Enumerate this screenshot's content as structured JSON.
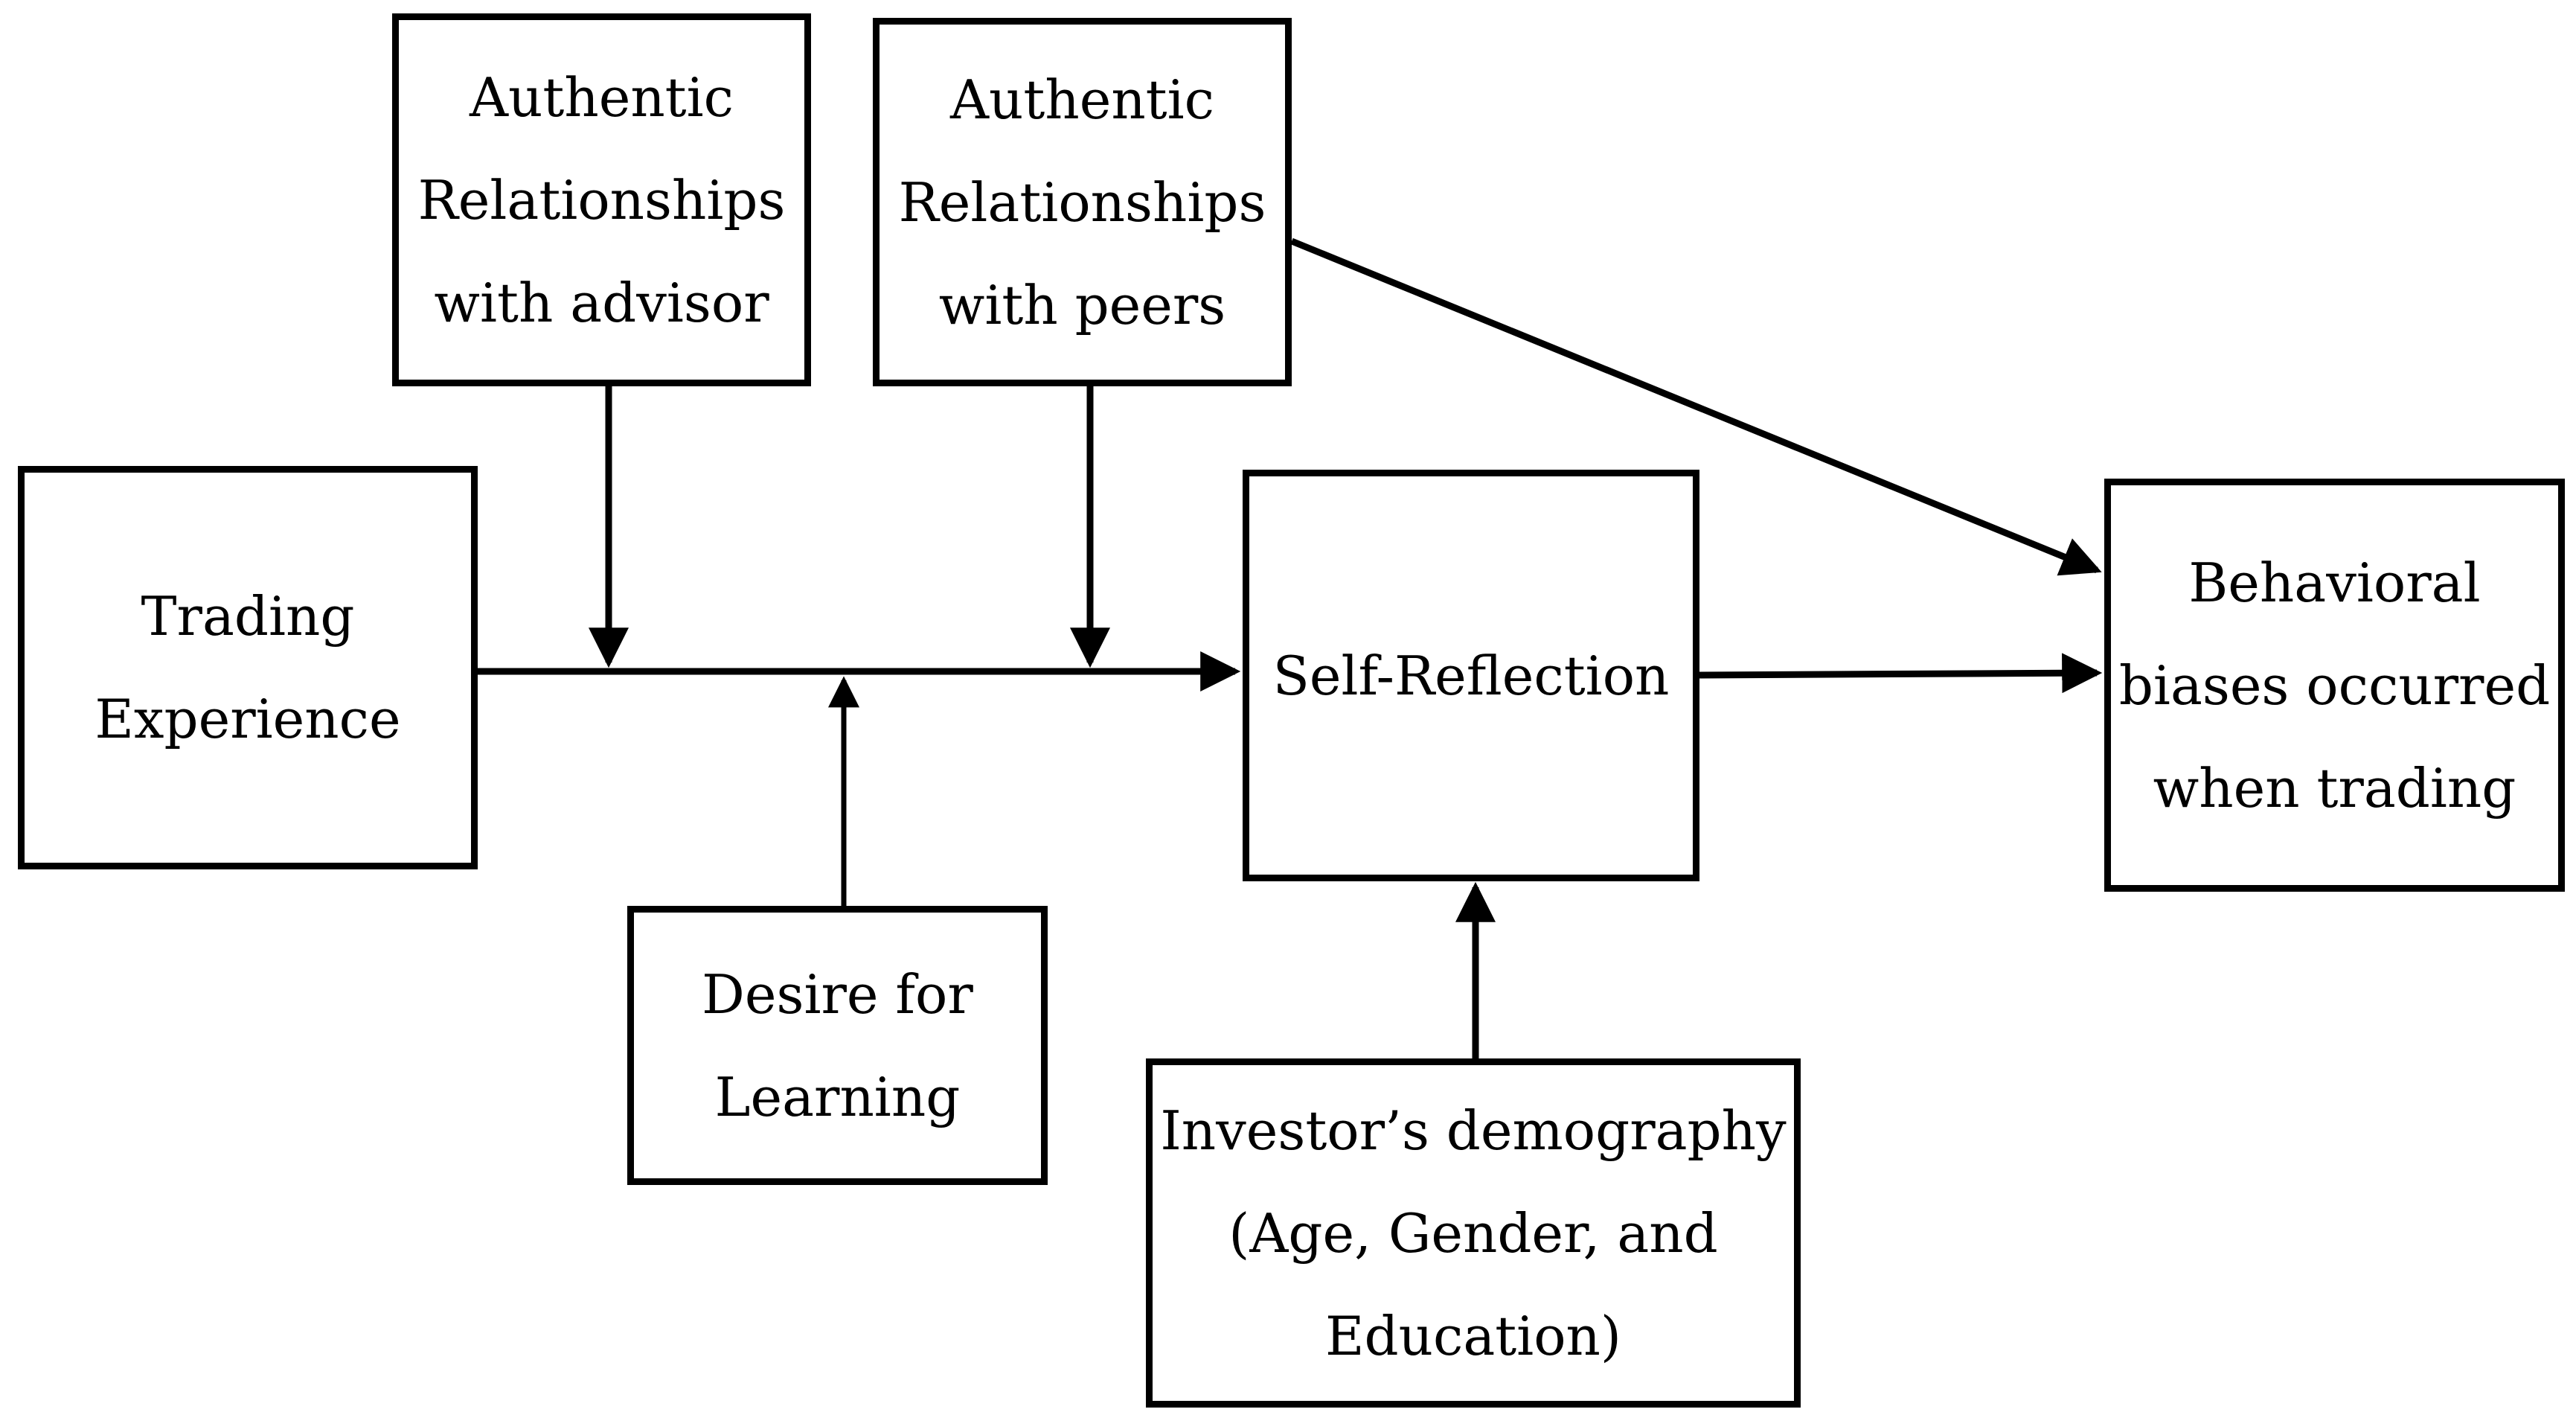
{
  "nodes": {
    "trading_experience": {
      "lines": [
        "Trading",
        "Experience"
      ]
    },
    "relationships_advisor": {
      "lines": [
        "Authentic",
        "Relationships",
        "with advisor"
      ]
    },
    "relationships_peers": {
      "lines": [
        "Authentic",
        "Relationships",
        "with peers"
      ]
    },
    "desire_learning": {
      "lines": [
        "Desire for",
        "Learning"
      ]
    },
    "self_reflection": {
      "lines": [
        "Self-Reflection"
      ]
    },
    "investor_demography": {
      "lines": [
        "Investor’s demography",
        "(Age, Gender, and",
        "Education)"
      ]
    },
    "behavioral_biases": {
      "lines": [
        "Behavioral",
        "biases occurred",
        "when trading"
      ]
    }
  },
  "edges": [
    {
      "from": "trading_experience",
      "to": "self_reflection"
    },
    {
      "from": "relationships_advisor",
      "to": "trading_experience_to_self_reflection_path"
    },
    {
      "from": "relationships_peers",
      "to": "trading_experience_to_self_reflection_path"
    },
    {
      "from": "desire_learning",
      "to": "trading_experience_to_self_reflection_path"
    },
    {
      "from": "investor_demography",
      "to": "self_reflection"
    },
    {
      "from": "self_reflection",
      "to": "behavioral_biases"
    },
    {
      "from": "relationships_peers",
      "to": "behavioral_biases"
    }
  ]
}
